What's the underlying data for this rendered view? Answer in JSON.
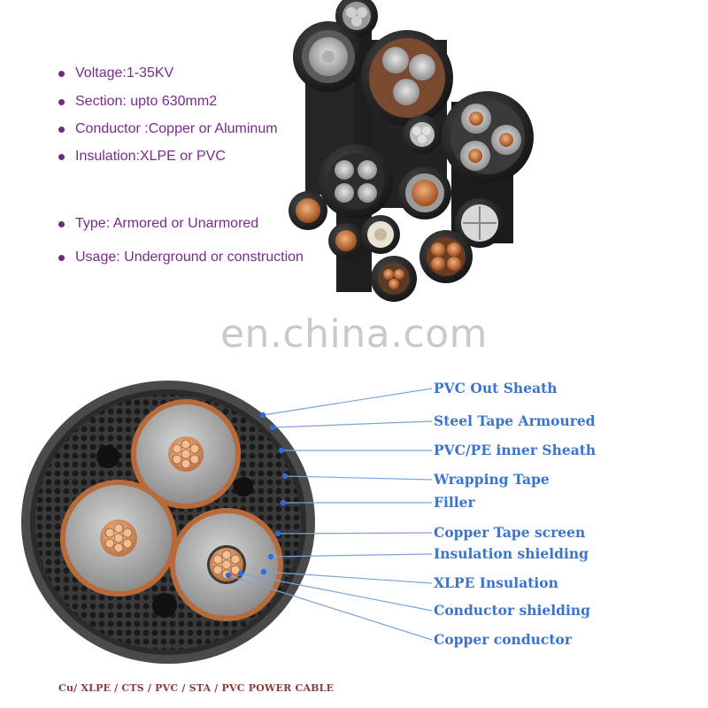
{
  "specs": [
    "Voltage:1-35KV",
    "Section: upto 630mm2",
    "Conductor :Copper or Aluminum",
    "Insulation:XLPE or PVC",
    "Type: Armored or Unarmored",
    "Usage: Underground or construction"
  ],
  "watermark": "en.china.com",
  "layers": [
    "PVC  Out Sheath",
    "Steel Tape Armoured",
    "PVC/PE inner Sheath",
    "Wrapping Tape",
    "Filler",
    "Copper Tape screen",
    "Insulation shielding",
    "XLPE Insulation",
    "Conductor shielding",
    "Copper conductor"
  ],
  "caption": "Cu/ XLPE / CTS / PVC / STA / PVC POWER CABLE",
  "colors": {
    "spec_text": "#7a2a8c",
    "label_text": "#3a74cf",
    "caption_text": "#8a3a3a",
    "watermark": "#c9c9c9"
  }
}
